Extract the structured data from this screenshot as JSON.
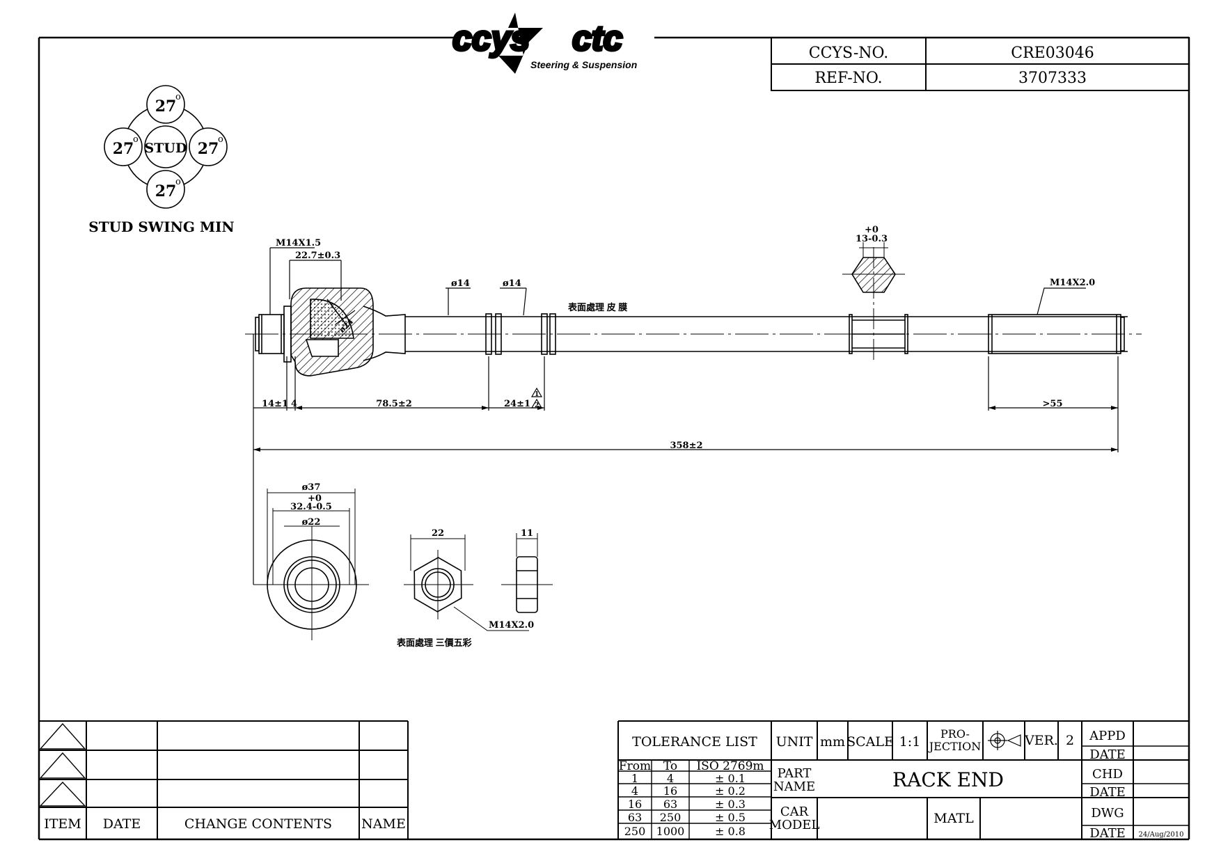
{
  "logo": {
    "left": "ccys",
    "right": "ctc",
    "tagline": "Steering & Suspension"
  },
  "header": {
    "ccys_no_label": "CCYS-NO.",
    "ccys_no": "CRE03046",
    "ref_no_label": "REF-NO.",
    "ref_no": "3707333"
  },
  "swing": {
    "center": "STUD",
    "angle": "27",
    "angle_unit": "o",
    "caption": "STUD SWING MIN"
  },
  "dims": {
    "thread_left": "M14X1.5",
    "width_22_7": "22.7±0.3",
    "dia_14a": "ø14",
    "dia_14b": "ø14",
    "ball_dia": "ø24",
    "surface_note": "表面處理 皮 膜",
    "hex_tol_top": "+0",
    "hex_size": "13-0.3",
    "thread_right": "M14X2.0",
    "d_14": "14±1",
    "d_4": "4",
    "d_78_5": "78.5±2",
    "d_24": "24±1",
    "note_1": "1",
    "note_2": "2",
    "d_55": ">55",
    "total": "358±2",
    "d_37": "ø37",
    "d_32_tol": "+0",
    "d_32": "32.4-0.5",
    "d_22dia": "ø22",
    "nut_width": "22",
    "nut_thick": "11",
    "nut_thread": "M14X2.0",
    "nut_surface": "表面處理 三價五彩"
  },
  "revision_table": {
    "headers": [
      "ITEM",
      "DATE",
      "CHANGE CONTENTS",
      "NAME"
    ]
  },
  "title_block": {
    "tolerance_title": "TOLERANCE LIST",
    "tol_headers": [
      "From",
      "To",
      "ISO 2769m"
    ],
    "tol_rows": [
      [
        "1",
        "4",
        "± 0.1"
      ],
      [
        "4",
        "16",
        "± 0.2"
      ],
      [
        "16",
        "63",
        "± 0.3"
      ],
      [
        "63",
        "250",
        "± 0.5"
      ],
      [
        "250",
        "1000",
        "± 0.8"
      ]
    ],
    "unit_label": "UNIT",
    "unit": "mm",
    "scale_label": "SCALE",
    "scale": "1:1",
    "projection_label_1": "PRO-",
    "projection_label_2": "JECTION",
    "ver_label": "VER.",
    "ver": "2",
    "appd": "APPD",
    "date_label": "DATE",
    "part_name_label_1": "PART",
    "part_name_label_2": "NAME",
    "part_name": "RACK END",
    "chd": "CHD",
    "car_model_label_1": "CAR",
    "car_model_label_2": "MODEL",
    "matl": "MATL",
    "dwg": "DWG",
    "dwg_date": "24/Aug/2010"
  }
}
